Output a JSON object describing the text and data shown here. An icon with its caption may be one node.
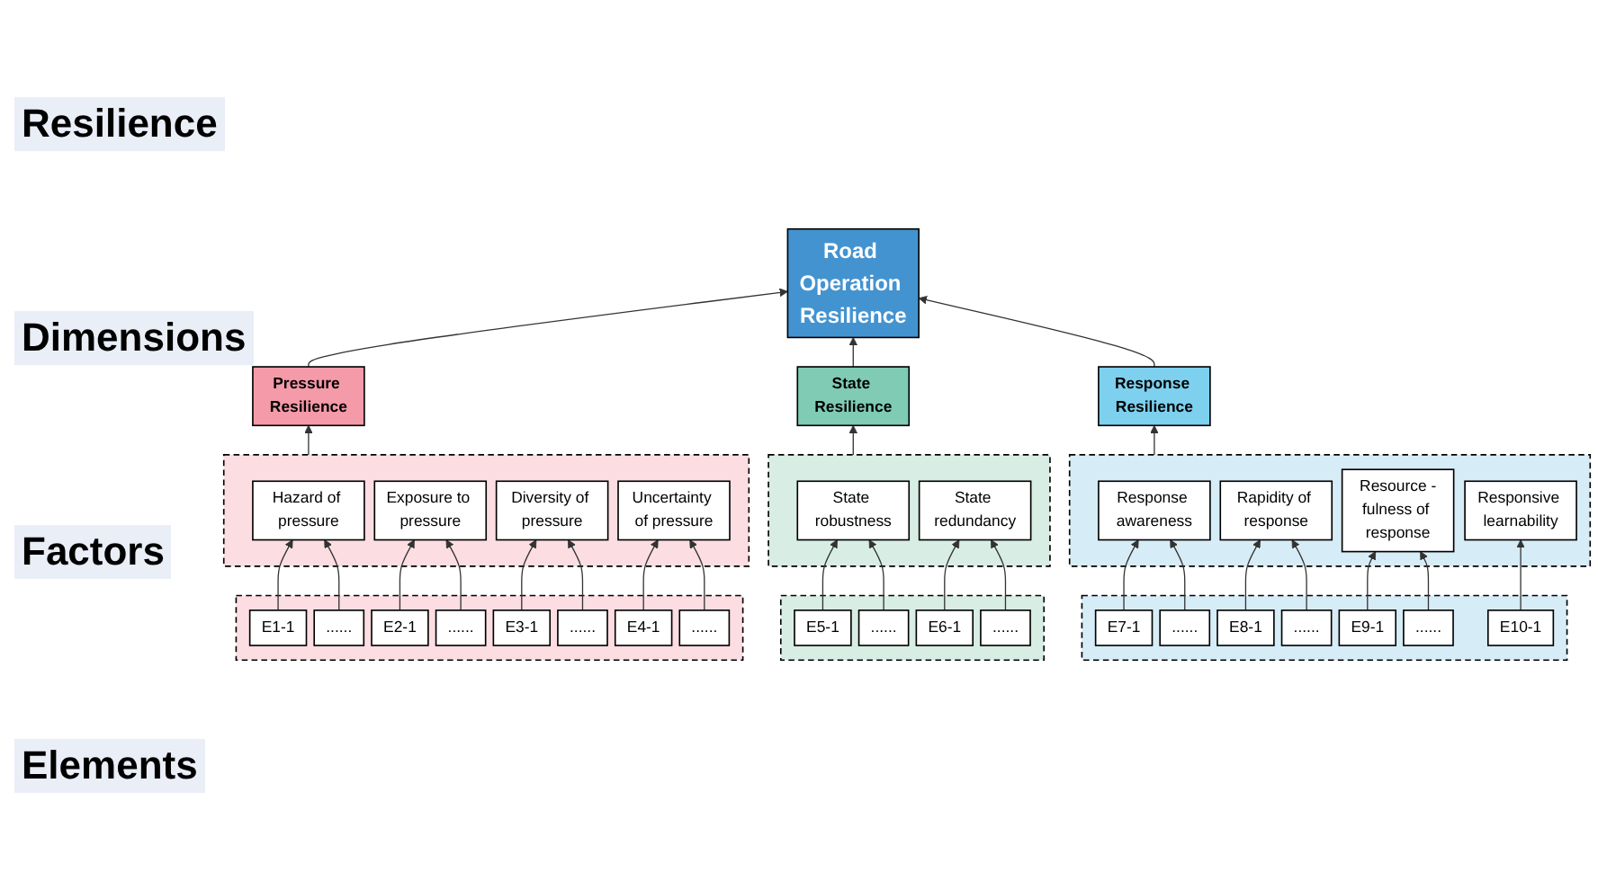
{
  "diagram": {
    "nodes": [
      {
        "text": [
          "Road Operation Resilience"
        ]
      },
      {
        "text": [
          "Pressure Resilience"
        ]
      },
      {
        "text": [
          "State Resilience"
        ]
      },
      {
        "text": [
          "Response Resilience"
        ]
      },
      {
        "text": [],
        "shape": "box"
      },
      {
        "text": [
          "Hazard of pressure"
        ],
        "in": 4
      },
      {
        "text": [
          "Exposure to pressure"
        ],
        "in": 4
      },
      {
        "text": [
          "Diversity of pressure"
        ],
        "in": 4
      },
      {
        "text": [
          "Uncertainty of pressure"
        ],
        "in": 4
      },
      {
        "text": [],
        "shape": "box"
      },
      {
        "text": [
          "State robustness"
        ],
        "in": 9
      },
      {
        "text": [
          "State redundancy"
        ],
        "in": 9
      },
      {
        "text": [],
        "shape": "box"
      },
      {
        "text": [
          "Response awareness"
        ],
        "in": 12
      },
      {
        "text": [
          "Rapidity of response"
        ],
        "in": 12
      },
      {
        "text": [
          "Resource -fulness of response"
        ],
        "in": 12
      },
      {
        "text": [
          "Responsive learnability"
        ],
        "in": 12
      },
      {
        "text": [],
        "shape": "box"
      },
      {
        "text": [
          "E1-1"
        ],
        "in": 17
      },
      {
        "text": [
          "......"
        ],
        "in": 17
      },
      {
        "text": [
          "E2-1"
        ],
        "in": 17
      },
      {
        "text": [
          "......"
        ],
        "in": 17
      },
      {
        "text": [
          "E3-1"
        ],
        "in": 17
      },
      {
        "text": [
          "......"
        ],
        "in": 17
      },
      {
        "text": [
          "E4-1"
        ],
        "in": 17
      },
      {
        "text": [
          "......"
        ],
        "in": 17
      },
      {
        "text": [],
        "shape": "box"
      },
      {
        "text": [
          "E5-1"
        ],
        "in": 26
      },
      {
        "text": [
          "......"
        ],
        "in": 26
      },
      {
        "text": [
          "E6-1"
        ],
        "in": 26
      },
      {
        "text": [
          "......"
        ],
        "in": 26
      },
      {
        "text": [],
        "shape": "box"
      },
      {
        "text": [
          "E7-1"
        ],
        "in": 31
      },
      {
        "text": [
          "......"
        ],
        "in": 31
      },
      {
        "text": [
          "E8-1"
        ],
        "in": 31
      },
      {
        "text": [
          "......"
        ],
        "in": 31
      },
      {
        "text": [
          "E9-1"
        ],
        "in": 31
      },
      {
        "text": [
          "......"
        ],
        "in": 31
      },
      {
        "text": [
          "E10-1"
        ],
        "in": 31
      }
    ],
    "edges": [
      {
        "from": 1,
        "to": 0,
        "arrow": "to"
      },
      {
        "from": 2,
        "to": 0,
        "arrow": "to"
      },
      {
        "from": 3,
        "to": 0,
        "arrow": "to"
      },
      {
        "from": 4,
        "to": 1,
        "arrow": "to"
      },
      {
        "from": 9,
        "to": 2,
        "arrow": "to"
      },
      {
        "from": 12,
        "to": 3,
        "arrow": "to"
      },
      {
        "from": 18,
        "to": 5,
        "arrow": "to"
      },
      {
        "from": 19,
        "to": 5,
        "arrow": "to"
      },
      {
        "from": 20,
        "to": 6,
        "arrow": "to"
      },
      {
        "from": 21,
        "to": 6,
        "arrow": "to"
      },
      {
        "from": 22,
        "to": 7,
        "arrow": "to"
      },
      {
        "from": 23,
        "to": 7,
        "arrow": "to"
      },
      {
        "from": 24,
        "to": 8,
        "arrow": "to"
      },
      {
        "from": 25,
        "to": 8,
        "arrow": "to"
      },
      {
        "from": 27,
        "to": 10,
        "arrow": "to"
      },
      {
        "from": 28,
        "to": 10,
        "arrow": "to"
      },
      {
        "from": 29,
        "to": 11,
        "arrow": "to"
      },
      {
        "from": 30,
        "to": 11,
        "arrow": "to"
      },
      {
        "from": 32,
        "to": 13,
        "arrow": "to"
      },
      {
        "from": 33,
        "to": 13,
        "arrow": "to"
      },
      {
        "from": 34,
        "to": 14,
        "arrow": "to"
      },
      {
        "from": 35,
        "to": 14,
        "arrow": "to"
      },
      {
        "from": 36,
        "to": 15,
        "arrow": "to"
      },
      {
        "from": 37,
        "to": 15,
        "arrow": "to"
      },
      {
        "from": 38,
        "to": 16,
        "arrow": "to"
      }
    ],
    "labels": [
      "Resilience",
      "Dimensions",
      "Factors",
      "Elements"
    ]
  }
}
